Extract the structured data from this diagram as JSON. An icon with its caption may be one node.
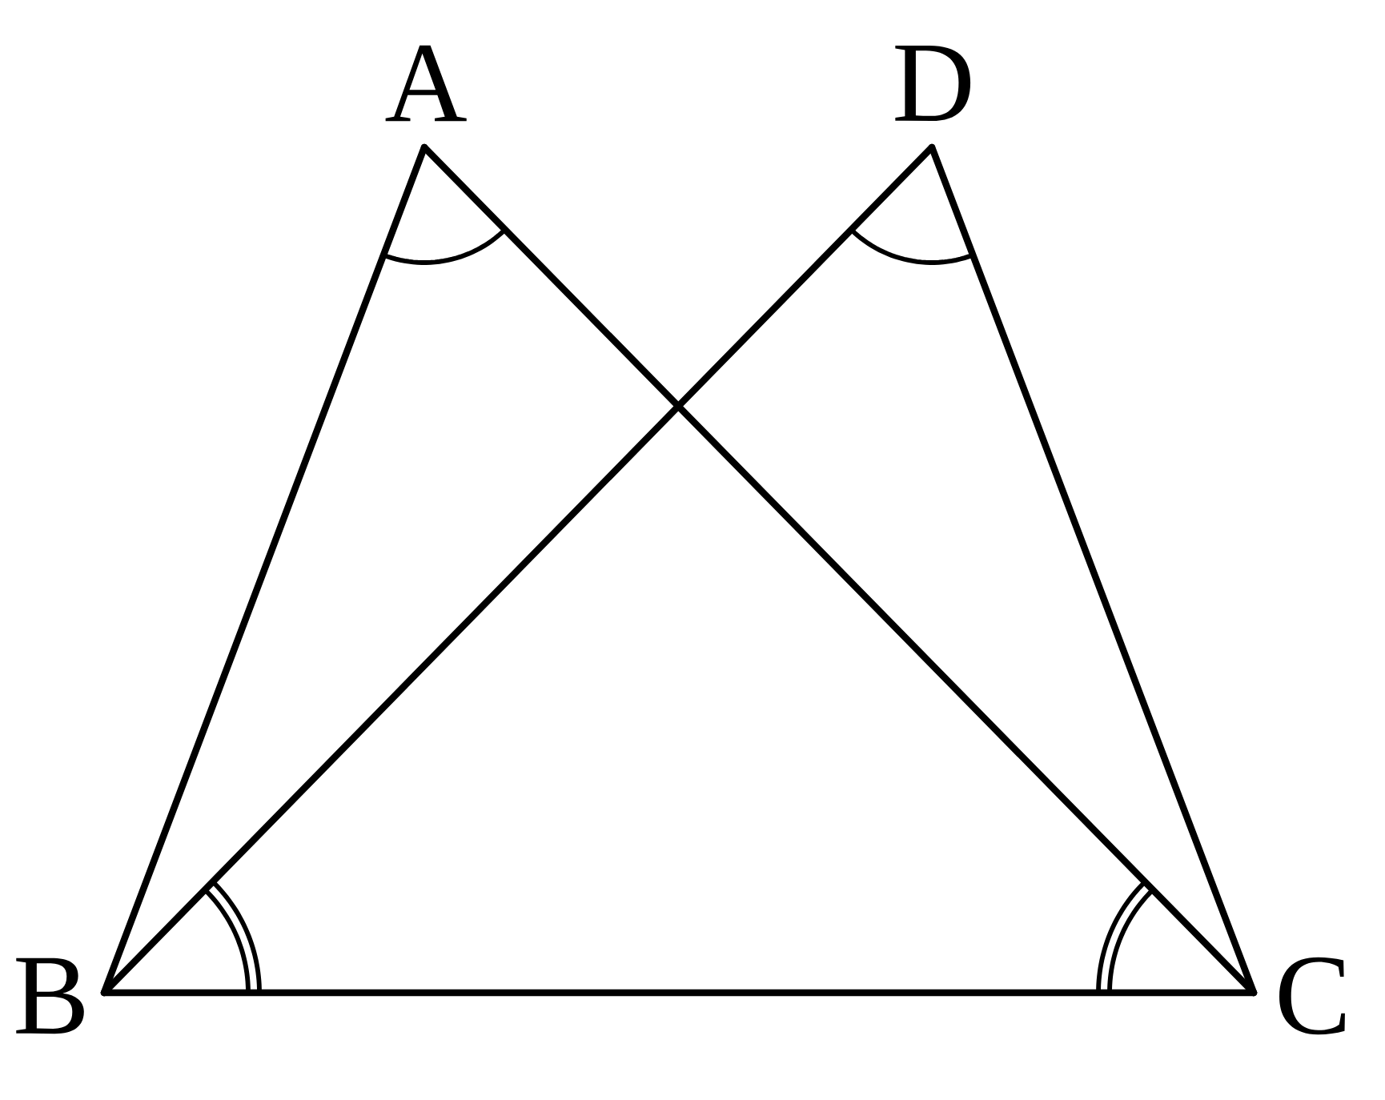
{
  "diagram": {
    "nodes": [
      {
        "text": [
          "A"
        ]
      },
      {
        "text": [
          "D"
        ]
      },
      {
        "text": [
          "B"
        ]
      },
      {
        "text": [
          "C"
        ]
      }
    ],
    "edges": [
      {
        "from": 0,
        "to": 2,
        "arrow": "none"
      },
      {
        "from": 0,
        "to": 3,
        "arrow": "none"
      },
      {
        "from": 1,
        "to": 2,
        "arrow": "none"
      },
      {
        "from": 1,
        "to": 3,
        "arrow": "none"
      },
      {
        "from": 2,
        "to": 3,
        "arrow": "none"
      }
    ]
  }
}
